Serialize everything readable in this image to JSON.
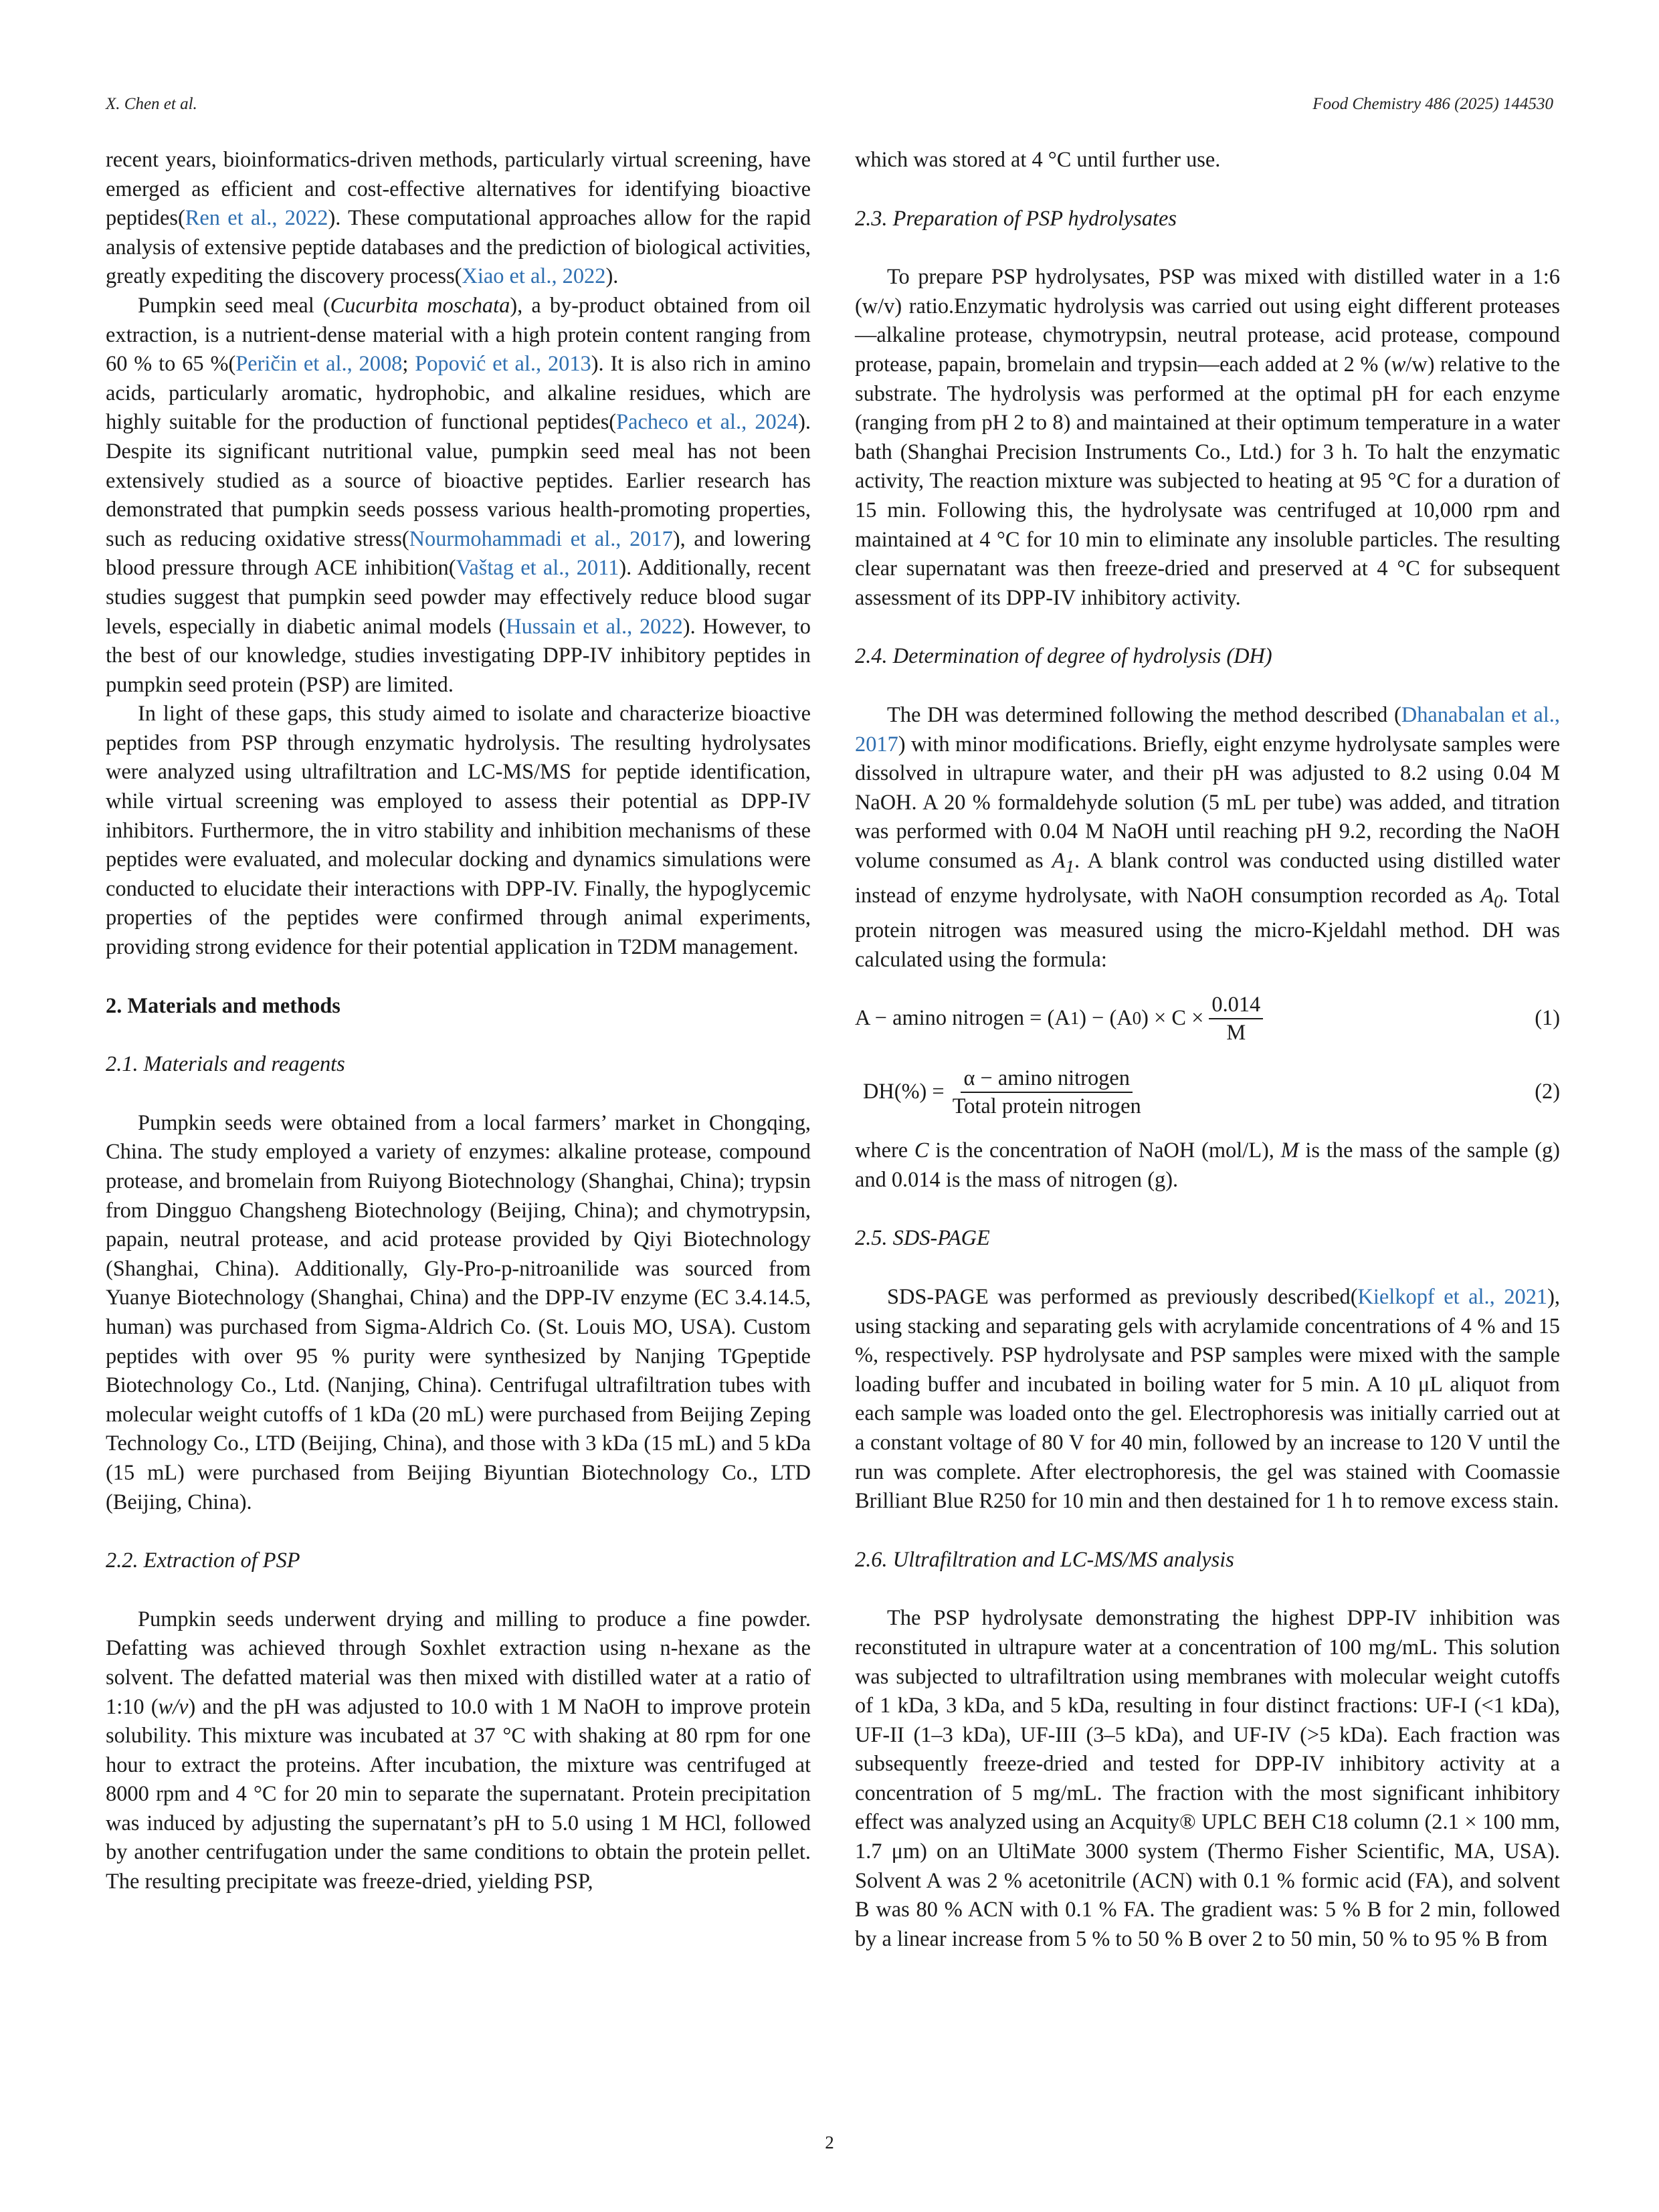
{
  "header": {
    "authors": "X. Chen et al.",
    "journal": "Food Chemistry 486 (2025) 144530"
  },
  "page_number": "2",
  "left": {
    "p1": {
      "t1": "recent years, bioinformatics-driven methods, particularly virtual screening, have emerged as efficient and cost-effective alternatives for identifying bioactive peptides(",
      "r1": "Ren et al., 2022",
      "t2": "). These computational approaches allow for the rapid analysis of extensive peptide databases and the prediction of biological activities, greatly expediting the discovery process(",
      "r2": "Xiao et al., 2022",
      "t3": ")."
    },
    "p2": {
      "t1": "Pumpkin seed meal (",
      "italic1": "Cucurbita moschata",
      "t2": "), a by-product obtained from oil extraction, is a nutrient-dense material with a high protein content ranging from 60 % to 65 %(",
      "r1": "Peričin et al., 2008",
      "t3": "; ",
      "r2": "Popović et al., 2013",
      "t4": "). It is also rich in amino acids, particularly aromatic, hydrophobic, and alkaline residues, which are highly suitable for the production of functional peptides(",
      "r3": "Pacheco et al., 2024",
      "t5": "). Despite its significant nutritional value, pumpkin seed meal has not been extensively studied as a source of bioactive peptides. Earlier research has demonstrated that pumpkin seeds possess various health-promoting properties, such as reducing oxidative stress(",
      "r4": "Nourmohammadi et al., 2017",
      "t6": "), and lowering blood pressure through ACE inhibition(",
      "r5": "Vaštag et al., 2011",
      "t7": "). Additionally, recent studies suggest that pumpkin seed powder may effectively reduce blood sugar levels, especially in diabetic animal models (",
      "r6": "Hussain et al., 2022",
      "t8": "). However, to the best of our knowledge, studies investigating DPP-IV inhibitory peptides in pumpkin seed protein (PSP) are limited."
    },
    "p3": "In light of these gaps, this study aimed to isolate and characterize bioactive peptides from PSP through enzymatic hydrolysis. The resulting hydrolysates were analyzed using ultrafiltration and LC-MS/MS for peptide identification, while virtual screening was employed to assess their potential as DPP-IV inhibitors. Furthermore, the in vitro stability and inhibition mechanisms of these peptides were evaluated, and molecular docking and dynamics simulations were conducted to elucidate their interactions with DPP-IV. Finally, the hypoglycemic properties of the peptides were confirmed through animal experiments, providing strong evidence for their potential application in T2DM management.",
    "h_section2": "2. Materials and methods",
    "h_21": "2.1. Materials and reagents",
    "p21": "Pumpkin seeds were obtained from a local farmers’ market in Chongqing, China. The study employed a variety of enzymes: alkaline protease, compound protease, and bromelain from Ruiyong Biotechnology (Shanghai, China); trypsin from Dingguo Changsheng Biotechnology (Beijing, China); and chymotrypsin, papain, neutral protease, and acid protease provided by Qiyi Biotechnology (Shanghai, China). Additionally, Gly-Pro-p-nitroanilide was sourced from Yuanye Biotechnology (Shanghai, China) and the DPP-IV enzyme (EC 3.4.14.5, human) was purchased from Sigma-Aldrich Co. (St. Louis MO, USA). Custom peptides with over 95 % purity were synthesized by Nanjing TGpeptide Biotechnology Co., Ltd. (Nanjing, China). Centrifugal ultrafiltration tubes with molecular weight cutoffs of 1 kDa (20 mL) were purchased from Beijing Zeping Technology Co., LTD (Beijing, China), and those with 3 kDa (15 mL) and 5 kDa (15 mL) were purchased from Beijing Biyuntian Biotechnology Co., LTD (Beijing, China).",
    "h_22": "2.2. Extraction of PSP",
    "p22": {
      "t1": "Pumpkin seeds underwent drying and milling to produce a fine powder. Defatting was achieved through Soxhlet extraction using n-hexane as the solvent. The defatted material was then mixed with distilled water at a ratio of 1:10 (",
      "italic1": "w/v",
      "t2": ") and the pH was adjusted to 10.0 with 1 M NaOH to improve protein solubility. This mixture was incubated at 37 °C with shaking at 80 rpm for one hour to extract the proteins. After incubation, the mixture was centrifuged at 8000 rpm and 4 °C for 20 min to separate the supernatant. Protein precipitation was induced by adjusting the supernatant’s pH to 5.0 using 1 M HCl, followed by another centrifugation under the same conditions to obtain the protein pellet. The resulting precipitate was freeze-dried, yielding PSP,"
    }
  },
  "right": {
    "p0": "which was stored at 4 °C until further use.",
    "h_23": "2.3. Preparation of PSP hydrolysates",
    "p23": {
      "t1": "To prepare PSP hydrolysates, PSP was mixed with distilled water in a 1:6 (w/v) ratio.Enzymatic hydrolysis was carried out using eight different proteases—alkaline protease, chymotrypsin, neutral protease, acid protease, compound protease, papain, bromelain and trypsin—each added at 2 % (",
      "italic1": "w",
      "t2": "/w) relative to the substrate. The hydrolysis was performed at the optimal pH for each enzyme (ranging from pH 2 to 8) and maintained at their optimum temperature in a water bath (Shanghai Precision Instruments Co., Ltd.) for 3 h. To halt the enzymatic activity, The reaction mixture was subjected to heating at 95 °C for a duration of 15 min. Following this, the hydrolysate was centrifuged at 10,000 rpm and maintained at 4 °C for 10 min to eliminate any insoluble particles. The resulting clear supernatant was then freeze-dried and preserved at 4 °C for subsequent assessment of its DPP-IV inhibitory activity."
    },
    "h_24": "2.4. Determination of degree of hydrolysis (DH)",
    "p24": {
      "t1": "The DH was determined following the method described (",
      "r1": "Dhanabalan et al., 2017",
      "t2": ") with minor modifications. Briefly, eight enzyme hydrolysate samples were dissolved in ultrapure water, and their pH was adjusted to 8.2 using 0.04 M NaOH. A 20 % formaldehyde solution (5 mL per tube) was added, and titration was performed with 0.04 M NaOH until reaching pH 9.2, recording the NaOH volume consumed as ",
      "italic1": "A",
      "sub1": "1",
      "t3": ". A blank control was conducted using distilled water instead of enzyme hydrolysate, with NaOH consumption recorded as ",
      "italic2": "A",
      "sub2": "0",
      "t4": ". Total protein nitrogen was measured using the micro-Kjeldahl method. DH was calculated using the formula:"
    },
    "eq1": {
      "lhs": "A − amino nitrogen = (A",
      "s1": "1",
      "mid": ") − (A",
      "s0": "0",
      "rhs": ") × C ×",
      "num": "0.014",
      "den": "M",
      "label": "(1)"
    },
    "eq2": {
      "lhs": "DH(%) =",
      "num": "α − amino nitrogen",
      "den": "Total protein nitrogen",
      "label": "(2)"
    },
    "p_where": {
      "t1": "where ",
      "c": "C",
      "t2": " is the concentration of NaOH (mol/L), ",
      "m": "M",
      "t3": " is the mass of the sample (g) and 0.014 is the mass of nitrogen (g)."
    },
    "h_25": "2.5. SDS-PAGE",
    "p25": {
      "t1": "SDS-PAGE was performed as previously described(",
      "r1": "Kielkopf et al., 2021",
      "t2": "), using stacking and separating gels with acrylamide concentrations of 4 % and 15 %, respectively. PSP hydrolysate and PSP samples were mixed with the sample loading buffer and incubated in boiling water for 5 min. A 10 μL aliquot from each sample was loaded onto the gel. Electrophoresis was initially carried out at a constant voltage of 80 V for 40 min, followed by an increase to 120 V until the run was complete. After electrophoresis, the gel was stained with Coomassie Brilliant Blue R250 for 10 min and then destained for 1 h to remove excess stain."
    },
    "h_26": "2.6. Ultrafiltration and LC-MS/MS analysis",
    "p26": "The PSP hydrolysate demonstrating the highest DPP-IV inhibition was reconstituted in ultrapure water at a concentration of 100 mg/mL. This solution was subjected to ultrafiltration using membranes with molecular weight cutoffs of 1 kDa, 3 kDa, and 5 kDa, resulting in four distinct fractions: UF-I (<1 kDa), UF-II (1–3 kDa), UF-III (3–5 kDa), and UF-IV (>5 kDa). Each fraction was subsequently freeze-dried and tested for DPP-IV inhibitory activity at a concentration of 5 mg/mL. The fraction with the most significant inhibitory effect was analyzed using an Acquity® UPLC BEH C18 column (2.1 × 100 mm, 1.7 μm) on an UltiMate 3000 system (Thermo Fisher Scientific, MA, USA). Solvent A was 2 % acetonitrile (ACN) with 0.1 % formic acid (FA), and solvent B was 80 % ACN with 0.1 % FA. The gradient was: 5 % B for 2 min, followed by a linear increase from 5 % to 50 % B over 2 to 50 min, 50 % to 95 % B from"
  },
  "colors": {
    "link": "#2f6fb0",
    "text": "#1a1a1a"
  }
}
